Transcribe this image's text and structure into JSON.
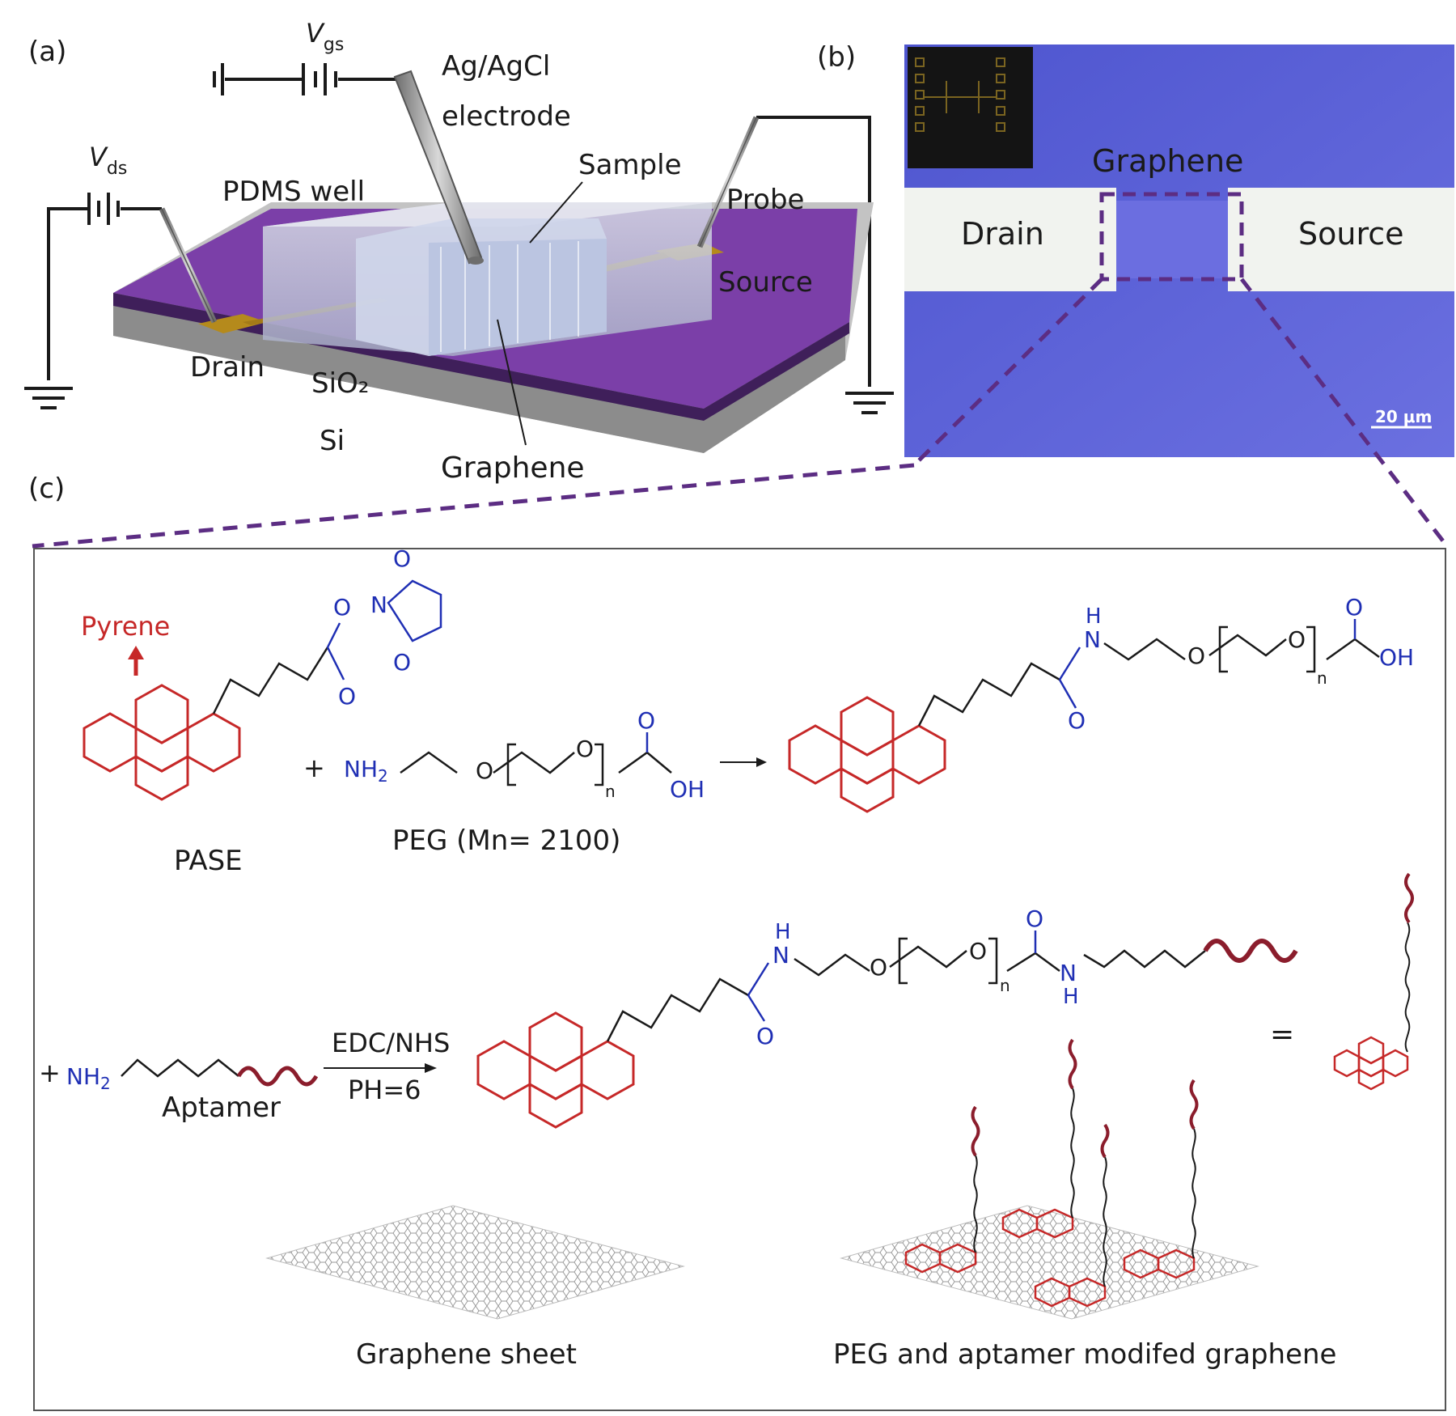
{
  "panels": {
    "a": {
      "tag": "(a)",
      "vgs_main": "V",
      "vgs_sub": "gs",
      "vds_main": "V",
      "vds_sub": "ds",
      "electrode_line1": "Ag/AgCl",
      "electrode_line2": "electrode",
      "pdms": "PDMS well",
      "sample": "Sample",
      "probe": "Probe",
      "source": "Source",
      "drain": "Drain",
      "sio2": "SiO₂",
      "si": "Si",
      "graphene": "Graphene"
    },
    "b": {
      "tag": "(b)",
      "graphene": "Graphene",
      "drain": "Drain",
      "source": "Source",
      "scale": "20 μm"
    },
    "c": {
      "tag": "(c)",
      "pyrene": "Pyrene",
      "pase": "PASE",
      "plus1": "+",
      "peg": "PEG (Mn= 2100)",
      "nh2": "NH",
      "nh2_sub": "2",
      "oh": "OH",
      "o": "O",
      "n": "N",
      "h": "H",
      "n_sub": "n",
      "plus2": "+",
      "aptamer": "Aptamer",
      "edc": "EDC/NHS",
      "ph": "PH=6",
      "equals": "=",
      "graphene_sheet": "Graphene sheet",
      "modified": "PEG and aptamer modifed graphene"
    }
  },
  "colors": {
    "sio2": "#7b3fa8",
    "si": "#8c8c8c",
    "micro_bg": "#5a5fd6",
    "electrode": "#f1f3ef",
    "dash": "#5c2d83",
    "chem_red": "#c62828",
    "chem_blue": "#1f2fb4",
    "aptamer": "#8b1d2c"
  }
}
